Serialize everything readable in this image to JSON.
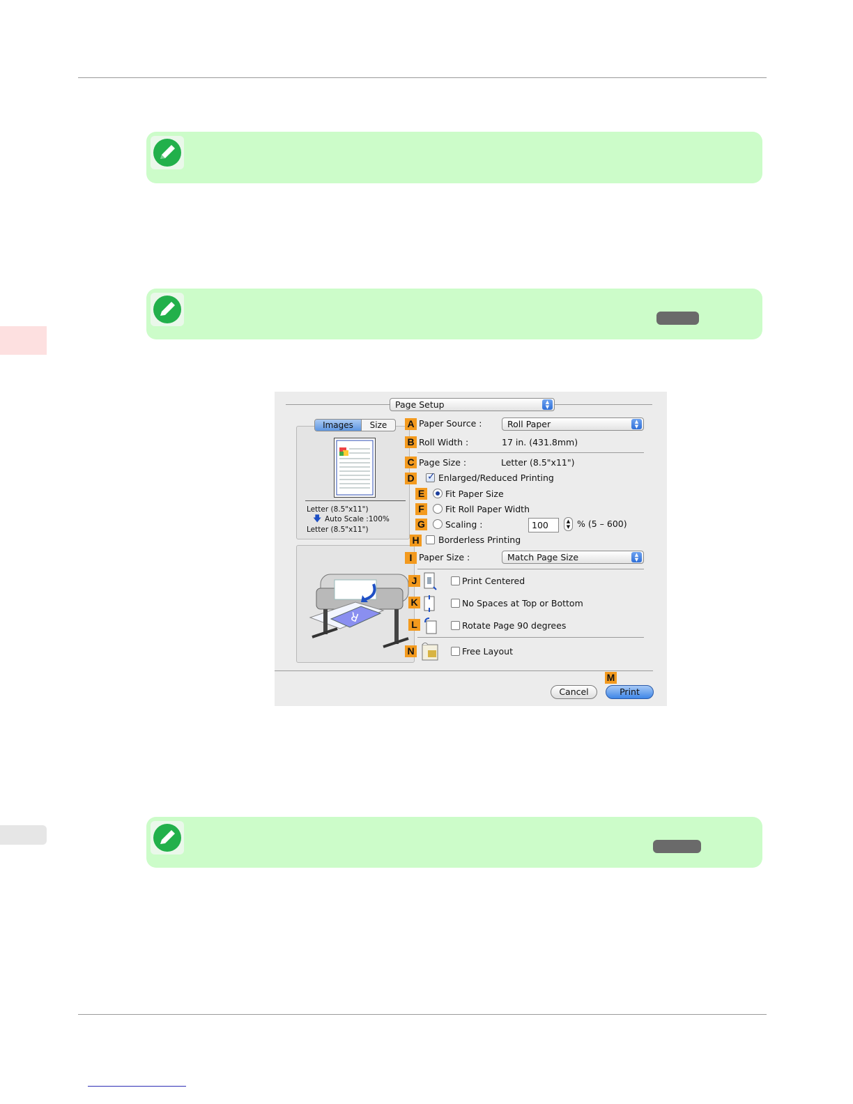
{
  "page": {
    "colors": {
      "note_bg": "#ccfcc9",
      "tab_red": "#fde0e0",
      "tab_gray": "#e6e6e6",
      "letter_badge": "#f39a1e"
    }
  },
  "notes": [
    {
      "icon": "pencil-icon"
    },
    {
      "icon": "pencil-icon"
    },
    {
      "icon": "pencil-icon"
    }
  ],
  "dialog": {
    "panel_popup": "Page Setup",
    "tabs": [
      "Images",
      "Size"
    ],
    "preview": {
      "from_size": "Letter (8.5\"x11\")",
      "scale_text": "Auto Scale :100%",
      "to_size": "Letter (8.5\"x11\")"
    },
    "markers": [
      "A",
      "B",
      "C",
      "D",
      "E",
      "F",
      "G",
      "H",
      "I",
      "J",
      "K",
      "L",
      "M",
      "N"
    ],
    "paper_source_label": "Paper Source :",
    "paper_source_value": "Roll Paper",
    "roll_width_label": "Roll Width :",
    "roll_width_value": "17 in. (431.8mm)",
    "page_size_label": "Page Size :",
    "page_size_value": "Letter (8.5\"x11\")",
    "enlarged_reduced_label": "Enlarged/Reduced Printing",
    "enlarged_reduced_checked": true,
    "fit_paper_size_label": "Fit Paper Size",
    "fit_roll_paper_width_label": "Fit Roll Paper Width",
    "scaling_label": "Scaling :",
    "scaling_value": "100",
    "scaling_range": "% (5 – 600)",
    "selected_scale_option": "Fit Paper Size",
    "borderless_label": "Borderless Printing",
    "paper_size_label": "Paper Size :",
    "paper_size_value": "Match Page Size",
    "print_centered_label": "Print Centered",
    "no_spaces_label": "No Spaces at Top or Bottom",
    "rotate_label": "Rotate Page 90 degrees",
    "free_layout_label": "Free Layout",
    "cancel_label": "Cancel",
    "print_label": "Print"
  }
}
